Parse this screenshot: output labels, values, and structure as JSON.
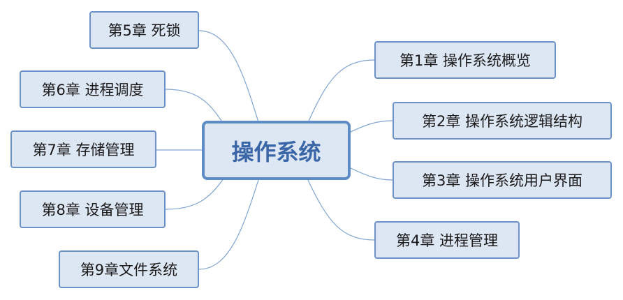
{
  "colors": {
    "node_fill": "#dde6f3",
    "node_border": "#6a92c8",
    "root_border": "#5d8bc6",
    "root_text": "#3a66a7",
    "connector": "#7fa3d3"
  },
  "root": {
    "label": "操作系统"
  },
  "branches": {
    "right": [
      {
        "label": "第1章 操作系统概览"
      },
      {
        "label": "第2章 操作系统逻辑结构"
      },
      {
        "label": "第3章 操作系统用户界面"
      },
      {
        "label": "第4章 进程管理"
      }
    ],
    "left": [
      {
        "label": "第5章 死锁"
      },
      {
        "label": "第6章 进程调度"
      },
      {
        "label": "第7章 存储管理"
      },
      {
        "label": "第8章 设备管理"
      },
      {
        "label": "第9章文件系统"
      }
    ]
  }
}
